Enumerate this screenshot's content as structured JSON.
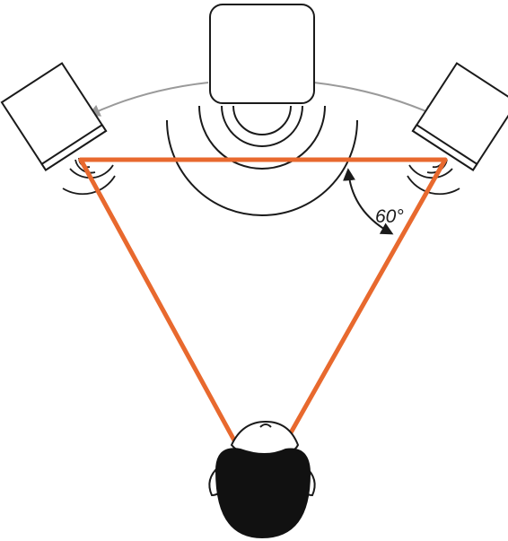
{
  "diagram": {
    "angle_label": "60°",
    "colors": {
      "listening_triangle": "#e8692e",
      "speaker_outline": "#1a1a1a",
      "placement_arrow": "#9a9a9a",
      "head_hair": "#111111"
    },
    "elements": {
      "center_speaker": "center-speaker",
      "left_speaker": "left-speaker",
      "right_speaker": "right-speaker",
      "listener": "listener-head"
    }
  }
}
